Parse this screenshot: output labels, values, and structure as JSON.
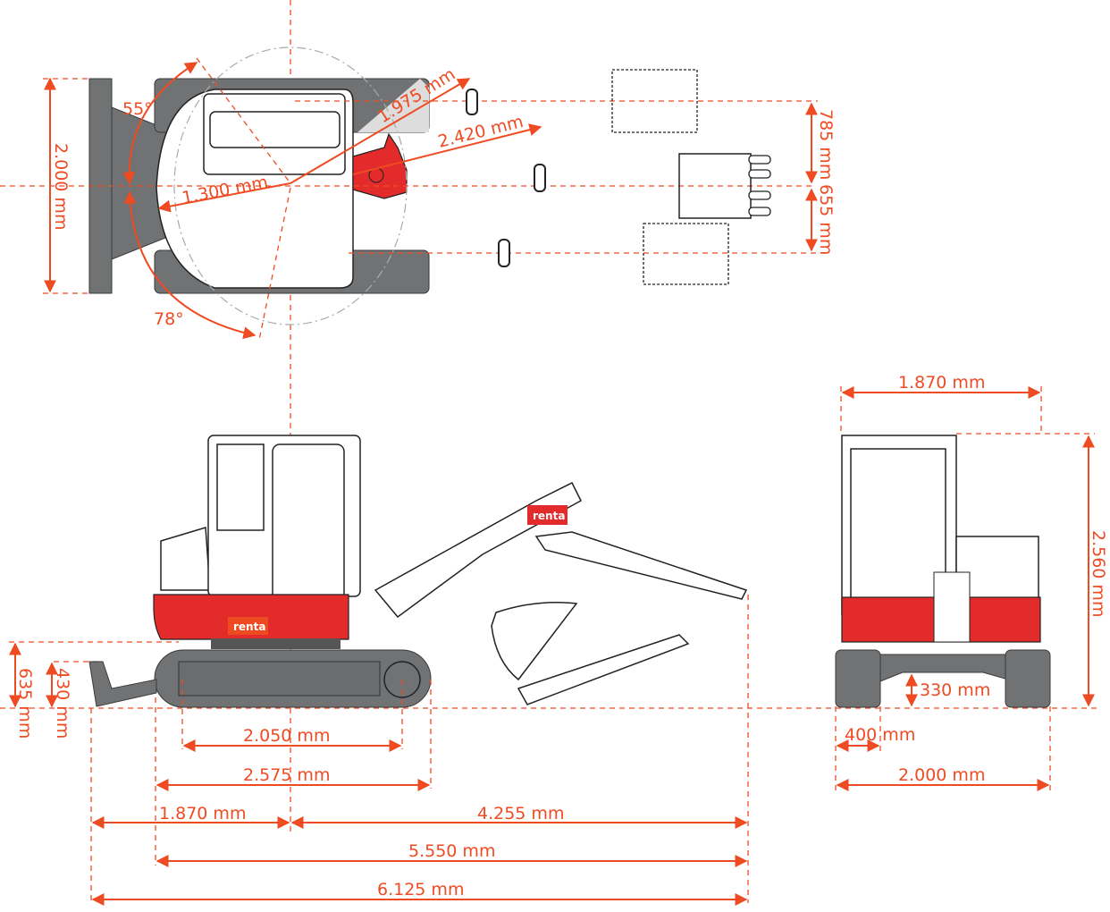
{
  "brand": {
    "logo_text": "renta",
    "accent_color": "#ef4b23",
    "body_red": "#e42b2b",
    "track_gray": "#707274"
  },
  "top_view": {
    "swing_left_angle": "55°",
    "swing_right_angle": "78°",
    "radius_1": "1.975 mm",
    "radius_2": "2.420 mm",
    "tail_radius": "1.300 mm",
    "blade_width": "2.000 mm",
    "bucket_offset_1": "785 mm",
    "bucket_offset_2": "655 mm"
  },
  "side_view": {
    "blade_lift_height": "635 mm",
    "blade_depth": "430 mm",
    "tumbler_distance": "2.050 mm",
    "track_length": "2.575 mm",
    "rear_to_center": "1.870 mm",
    "center_to_front": "4.255 mm",
    "transport_length_no_blade": "5.550 mm",
    "transport_length_total": "6.125 mm"
  },
  "front_view": {
    "upper_width": "1.870 mm",
    "overall_height": "2.560 mm",
    "ground_clearance": "330 mm",
    "track_width": "400 mm",
    "overall_width": "2.000 mm"
  }
}
